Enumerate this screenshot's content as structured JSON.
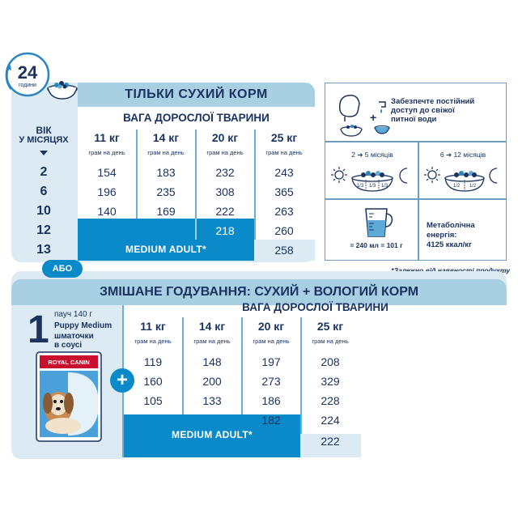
{
  "dry_section": {
    "title": "ТІЛЬКИ СУХИЙ КОРМ",
    "subtitle": "ВАГА ДОРОСЛОЇ ТВАРИНИ",
    "age_header_line1": "ВІК",
    "age_header_line2": "У МІСЯЦЯХ",
    "ages": [
      "2",
      "6",
      "10",
      "12",
      "13"
    ],
    "weights": [
      "11 кг",
      "14 кг",
      "20 кг",
      "25 кг"
    ],
    "unit": "грам на день",
    "rows": [
      [
        "154",
        "183",
        "232",
        "243"
      ],
      [
        "196",
        "235",
        "308",
        "365"
      ],
      [
        "140",
        "169",
        "222",
        "263"
      ],
      [
        "",
        "",
        "218",
        "260"
      ],
      [
        "",
        "",
        "",
        "258"
      ]
    ],
    "medium_label": "MEDIUM ADULT*"
  },
  "clock": {
    "hours": "24",
    "label": "години"
  },
  "info_panel": {
    "water_text": [
      "Забезпечте постійний",
      "доступ до свіжої",
      "питної води"
    ],
    "split_left": "2 ➔ 5 місяців",
    "split_right": "6 ➔ 12 місяців",
    "split_left_fractions": [
      "1/3",
      "1/3",
      "1/3"
    ],
    "split_right_fractions": [
      "1/2",
      "1/2"
    ],
    "cup_text": "= 240 мл = 101 г",
    "energy_text": [
      "Метаболічна енергія:",
      "4125 ккал/кг"
    ]
  },
  "footnote": "*Залежно від наявності продукту",
  "or_badge": "АБО",
  "mixed_section": {
    "title": "ЗМІШАНЕ ГОДУВАННЯ: СУХИЙ + ВОЛОГИЙ КОРМ",
    "subtitle": "ВАГА ДОРОСЛОЇ ТВАРИНИ",
    "pouch_count": "1",
    "pouch_line1": "пауч 140 г",
    "pouch_line2": "Puppy Medium",
    "pouch_line3": "шматочки",
    "pouch_line4": "в соусі",
    "brand": "ROYAL CANIN",
    "plus": "+",
    "weights": [
      "11 кг",
      "14 кг",
      "20 кг",
      "25 кг"
    ],
    "unit": "грам на день",
    "rows": [
      [
        "119",
        "148",
        "197",
        "208"
      ],
      [
        "160",
        "200",
        "273",
        "329"
      ],
      [
        "105",
        "133",
        "186",
        "228"
      ],
      [
        "",
        "",
        "182",
        "224"
      ],
      [
        "",
        "",
        "",
        "222"
      ]
    ],
    "medium_label": "MEDIUM ADULT*"
  },
  "colors": {
    "navy": "#1a3360",
    "accent_blue": "#0b8ac9",
    "light_blue": "#dbeaf3",
    "mid_blue": "#a9cfe3",
    "red": "#c8102e"
  }
}
